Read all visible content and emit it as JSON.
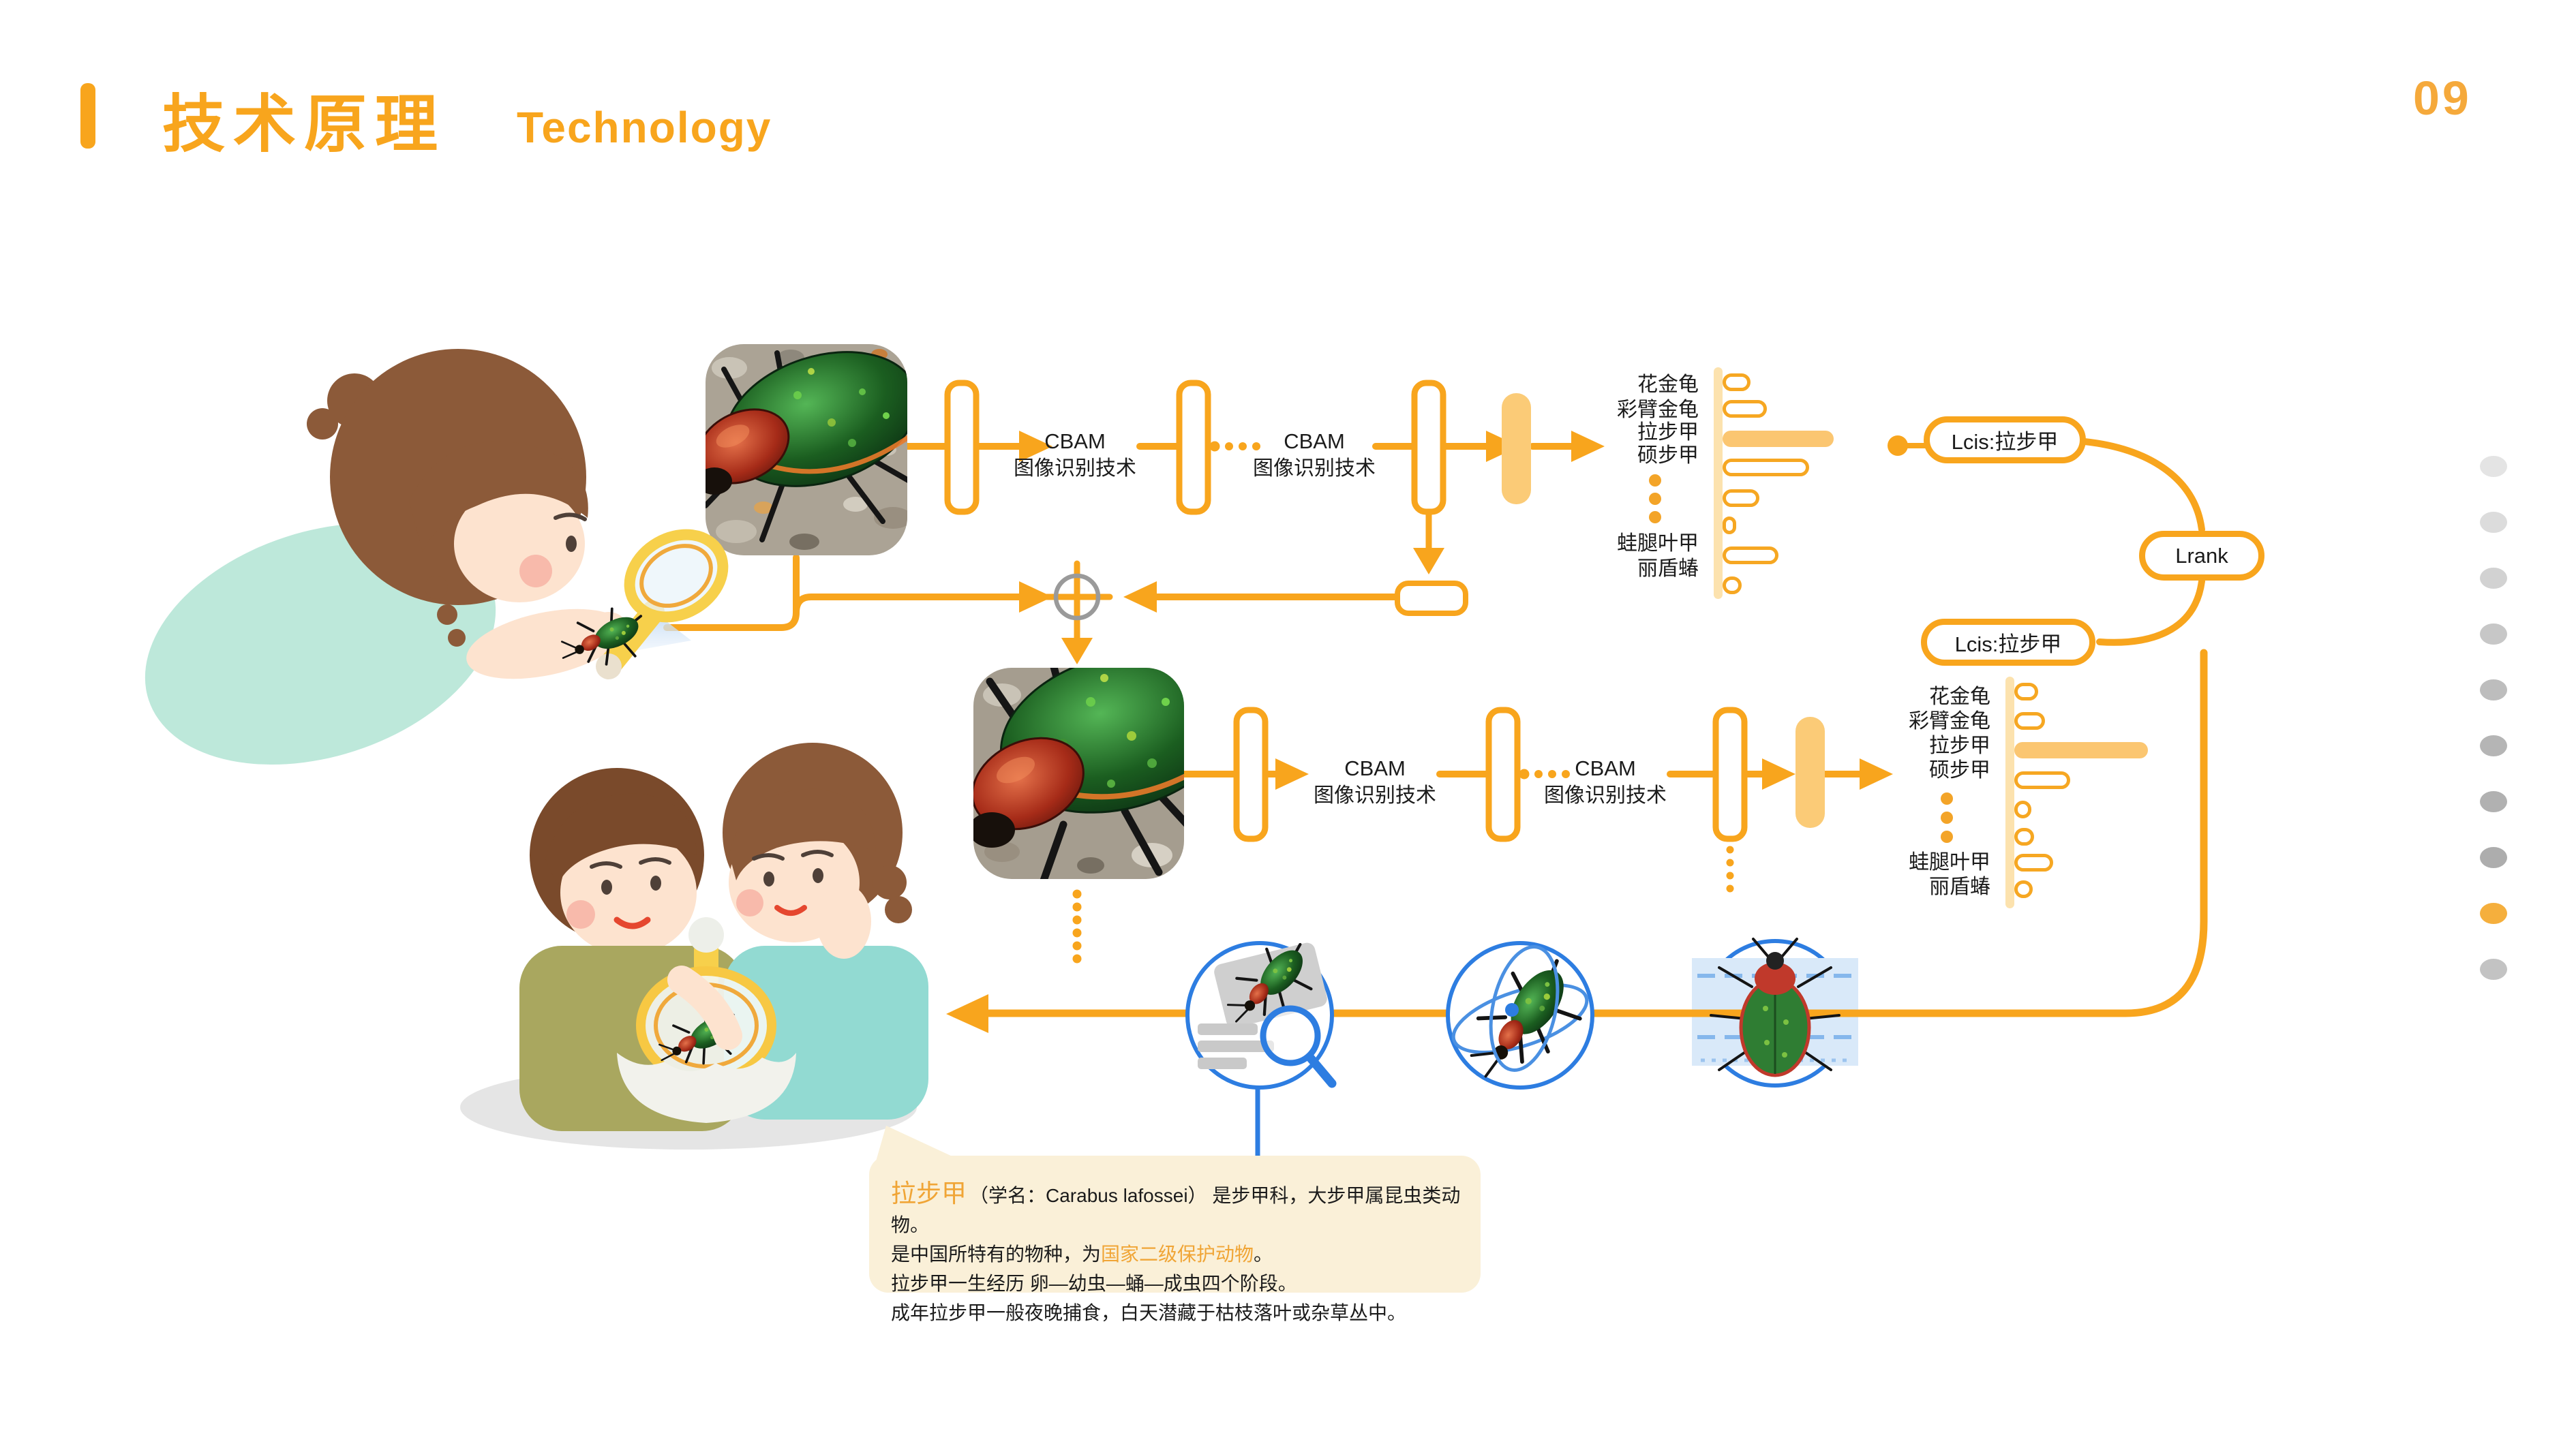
{
  "page": {
    "title_zh": "技术原理",
    "title_en": "Technology",
    "page_number": "09"
  },
  "colors": {
    "orange": "#F8A51D",
    "orange_light_fill": "#FBCB77",
    "orange_pale_axis": "#FCE2AE",
    "chart_solid_bar": "#FBC671",
    "blue": "#2D7DE1",
    "merge_circle_gray": "#9A9A9A",
    "info_box_bg": "#FAF0D8",
    "text": "#1B1B1B",
    "nav_active": "#F5AF3D"
  },
  "flow": {
    "cbam_line1": "CBAM",
    "cbam_line2": "图像识别技术",
    "pill_result_top": "Lcis:拉步甲",
    "pill_result_bottom": "Lcis:拉步甲",
    "pill_rank": "Lrank"
  },
  "chart_data": [
    {
      "type": "bar",
      "orientation": "horizontal, bars grow right from vertical axis",
      "title": "",
      "xlabel": "",
      "ylabel": "",
      "axis_numeric_labels_shown": false,
      "categories_visible_top": [
        "花金龟",
        "彩臂金龟",
        "拉步甲",
        "硕步甲"
      ],
      "ellipsis_between": true,
      "categories_visible_bottom": [
        "蛙腿叶甲",
        "丽盾蝽"
      ],
      "values_relative": [
        0.25,
        0.4,
        1.0,
        0.78,
        0.33,
        0.12,
        0.5,
        0.17
      ],
      "highlight_index": 2,
      "highlight_category": "拉步甲",
      "legend": "none"
    },
    {
      "type": "bar",
      "orientation": "horizontal, bars grow right from vertical axis",
      "title": "",
      "xlabel": "",
      "ylabel": "",
      "axis_numeric_labels_shown": false,
      "categories_visible_top": [
        "花金龟",
        "彩臂金龟",
        "拉步甲",
        "硕步甲"
      ],
      "ellipsis_between": true,
      "categories_visible_bottom": [
        "蛙腿叶甲",
        "丽盾蝽"
      ],
      "values_relative": [
        0.18,
        0.23,
        1.0,
        0.42,
        0.13,
        0.15,
        0.29,
        0.14
      ],
      "highlight_index": 2,
      "highlight_category": "拉步甲",
      "legend": "none"
    }
  ],
  "info_box": {
    "term": "拉步甲",
    "line1_rest": "（学名：Carabus lafossei） 是步甲科，大步甲属昆虫类动物。",
    "line2_prefix": "是中国所特有的物种，为",
    "line2_highlight": "国家二级保护动物",
    "line2_suffix": "。",
    "line3": "拉步甲一生经历 卵—幼虫—蛹—成虫四个阶段。",
    "line4": "成年拉步甲一般夜晚捕食，白天潜藏于枯枝落叶或杂草丛中。"
  },
  "sidebar": {
    "active_index": 8,
    "colors": [
      "#E4E4E4",
      "#DCDCDC",
      "#D2D2D2",
      "#C7C7C7",
      "#BDBDBD",
      "#B5B5B5",
      "#B1B1B1",
      "#ADADAD",
      "#F5AF3D",
      "#C3C3C3"
    ]
  }
}
